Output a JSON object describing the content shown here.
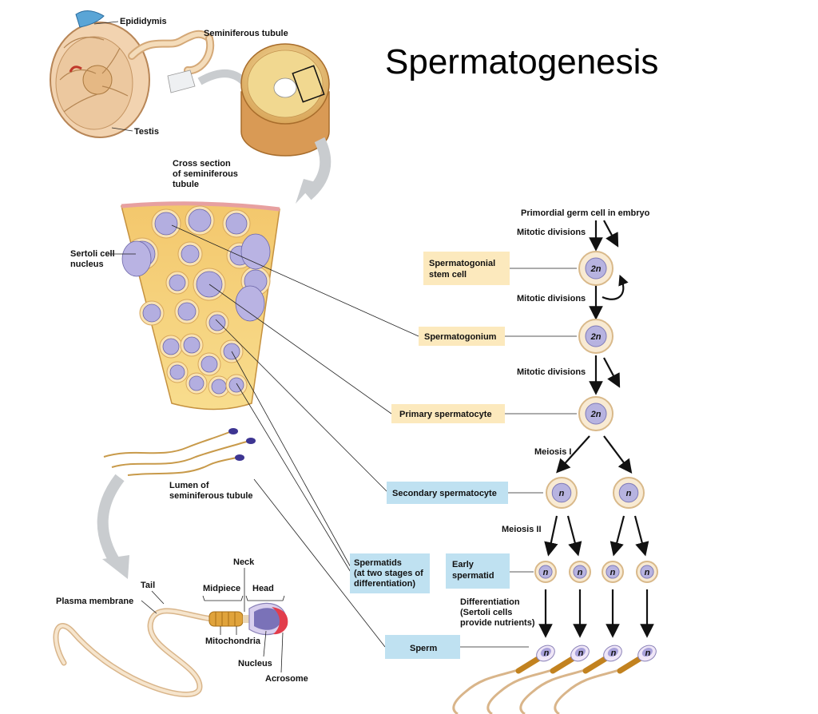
{
  "title": "Spermatogenesis",
  "labels": {
    "epididymis": "Epididymis",
    "seminiferous_tubule": "Seminiferous tubule",
    "testis": "Testis",
    "cross_section": [
      "Cross section",
      "of seminiferous",
      "tubule"
    ],
    "sertoli_nucleus": [
      "Sertoli cell",
      "nucleus"
    ],
    "lumen": [
      "Lumen of",
      "seminiferous tubule"
    ],
    "neck": "Neck",
    "tail": "Tail",
    "midpiece": "Midpiece",
    "head": "Head",
    "plasma_membrane": "Plasma membrane",
    "mitochondria": "Mitochondria",
    "nucleus": "Nucleus",
    "acrosome": "Acrosome"
  },
  "flow": {
    "primordial": "Primordial germ cell in embryo",
    "mitotic1": "Mitotic divisions",
    "mitotic2": "Mitotic divisions",
    "mitotic3": "Mitotic divisions",
    "meiosis1": "Meiosis I",
    "meiosis2": "Meiosis II",
    "differentiation": [
      "Differentiation",
      "(Sertoli cells",
      "provide nutrients)"
    ]
  },
  "stages": {
    "stem_cell": [
      "Spermatogonial",
      "stem cell"
    ],
    "spermatogonium": "Spermatogonium",
    "primary": "Primary spermatocyte",
    "secondary": "Secondary spermatocyte",
    "spermatids": [
      "Spermatids",
      "(at two stages of",
      "differentiation)"
    ],
    "early_spermatid": [
      "Early",
      "spermatid"
    ],
    "sperm": "Sperm"
  },
  "ploidy": {
    "diploid": "2n",
    "haploid": "n"
  },
  "colors": {
    "yellow_box": "#fce9bd",
    "blue_box": "#bfe1f1",
    "tissue": "#f6d77c",
    "nucleus": "#b7b3e0"
  }
}
